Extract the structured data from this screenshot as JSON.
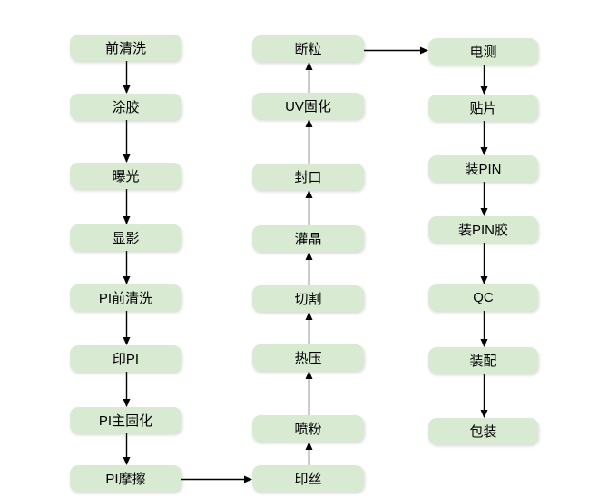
{
  "diagram": {
    "description": "manufacturing-process-flowchart",
    "background_color": "#ffffff",
    "node_fill_color": "#d9ead3",
    "node_text_color": "#000000",
    "arrow_color": "#000000",
    "nodes": [
      {
        "id": "pre-clean",
        "label": "前清洗"
      },
      {
        "id": "coating",
        "label": "涂胶"
      },
      {
        "id": "exposure",
        "label": "曝光"
      },
      {
        "id": "develop",
        "label": "显影"
      },
      {
        "id": "pi-pre-clean",
        "label": "PI前清洗"
      },
      {
        "id": "pi-print",
        "label": "印PI"
      },
      {
        "id": "pi-main-cure",
        "label": "PI主固化"
      },
      {
        "id": "pi-rub",
        "label": "PI摩擦"
      },
      {
        "id": "grain-break",
        "label": "断粒"
      },
      {
        "id": "uv-cure",
        "label": "UV固化"
      },
      {
        "id": "seal",
        "label": "封口"
      },
      {
        "id": "lc-fill",
        "label": "灌晶"
      },
      {
        "id": "cut",
        "label": "切割"
      },
      {
        "id": "hot-press",
        "label": "热压"
      },
      {
        "id": "powder-spray",
        "label": "喷粉"
      },
      {
        "id": "silk-print",
        "label": "印丝"
      },
      {
        "id": "electrical-test",
        "label": "电测"
      },
      {
        "id": "mount-chip",
        "label": "贴片"
      },
      {
        "id": "pin-assemble",
        "label": "装PIN"
      },
      {
        "id": "pin-glue",
        "label": "装PIN胶"
      },
      {
        "id": "qc",
        "label": "QC"
      },
      {
        "id": "assemble",
        "label": "装配"
      },
      {
        "id": "packing",
        "label": "包装"
      }
    ],
    "edges": [
      {
        "from": "pre-clean",
        "to": "coating"
      },
      {
        "from": "coating",
        "to": "exposure"
      },
      {
        "from": "exposure",
        "to": "develop"
      },
      {
        "from": "develop",
        "to": "pi-pre-clean"
      },
      {
        "from": "pi-pre-clean",
        "to": "pi-print"
      },
      {
        "from": "pi-print",
        "to": "pi-main-cure"
      },
      {
        "from": "pi-main-cure",
        "to": "pi-rub"
      },
      {
        "from": "pi-rub",
        "to": "silk-print"
      },
      {
        "from": "silk-print",
        "to": "powder-spray"
      },
      {
        "from": "powder-spray",
        "to": "hot-press"
      },
      {
        "from": "hot-press",
        "to": "cut"
      },
      {
        "from": "cut",
        "to": "lc-fill"
      },
      {
        "from": "lc-fill",
        "to": "seal"
      },
      {
        "from": "seal",
        "to": "uv-cure"
      },
      {
        "from": "uv-cure",
        "to": "grain-break"
      },
      {
        "from": "grain-break",
        "to": "electrical-test"
      },
      {
        "from": "electrical-test",
        "to": "mount-chip"
      },
      {
        "from": "mount-chip",
        "to": "pin-assemble"
      },
      {
        "from": "pin-assemble",
        "to": "pin-glue"
      },
      {
        "from": "pin-glue",
        "to": "qc"
      },
      {
        "from": "qc",
        "to": "assemble"
      },
      {
        "from": "assemble",
        "to": "packing"
      }
    ]
  }
}
